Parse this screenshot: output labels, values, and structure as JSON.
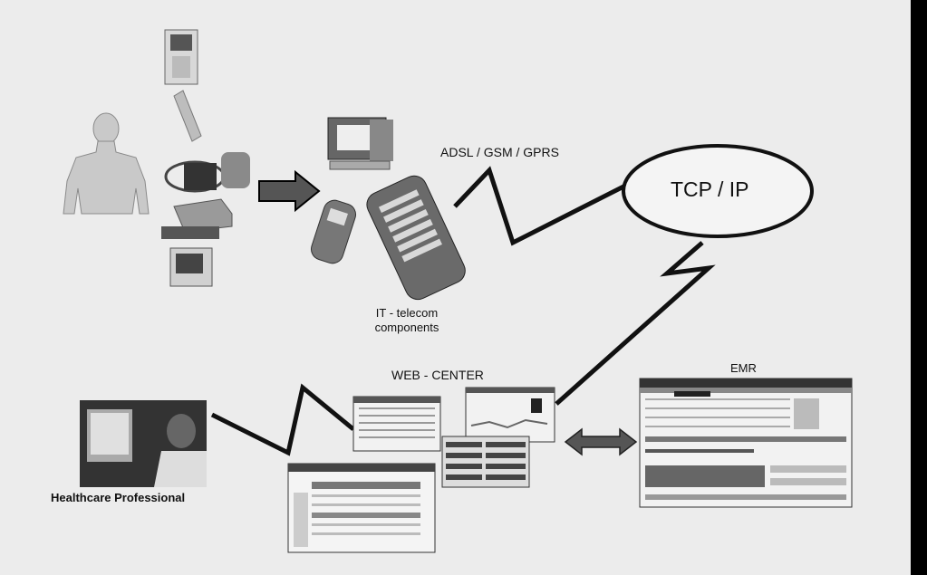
{
  "labels": {
    "network": "ADSL / GSM / GPRS",
    "protocol": "TCP / IP",
    "it_line1": "IT - telecom",
    "it_line2": "components",
    "web_center": "WEB - CENTER",
    "emr": "EMR",
    "healthcare": "Healthcare Professional"
  },
  "icons": [
    "patient-figure",
    "monitor-device",
    "blood-pressure-device",
    "spirometer-device",
    "pda-device",
    "desktop-computer",
    "mobile-phone",
    "pda-handheld",
    "healthcare-professional-photo",
    "web-center-screens",
    "emr-screen"
  ],
  "colors": {
    "background": "#ececec",
    "ink": "#111111"
  }
}
